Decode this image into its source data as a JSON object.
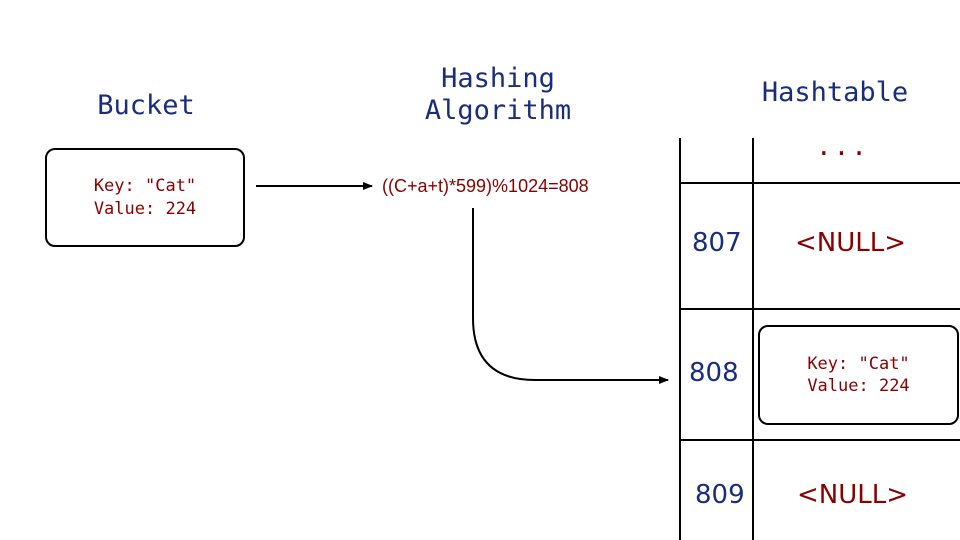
{
  "headings": {
    "bucket": "Bucket",
    "hashing_line1": "Hashing",
    "hashing_line2": "Algorithm",
    "hashtable": "Hashtable"
  },
  "bucket": {
    "key_line": "Key: \"Cat\"",
    "value_line": "Value: 224"
  },
  "algorithm": {
    "formula": "((C+a+t)*599)%1024=808"
  },
  "hashtable": {
    "ellipsis": "...",
    "rows": [
      {
        "index": "807",
        "value": "<NULL>"
      },
      {
        "index": "808",
        "key_line": "Key: \"Cat\"",
        "value_line": "Value: 224"
      },
      {
        "index": "809",
        "value": "<NULL>"
      }
    ]
  },
  "colors": {
    "heading": "#1a2d7a",
    "value_text": "#8a0000",
    "lines": "#000000"
  }
}
